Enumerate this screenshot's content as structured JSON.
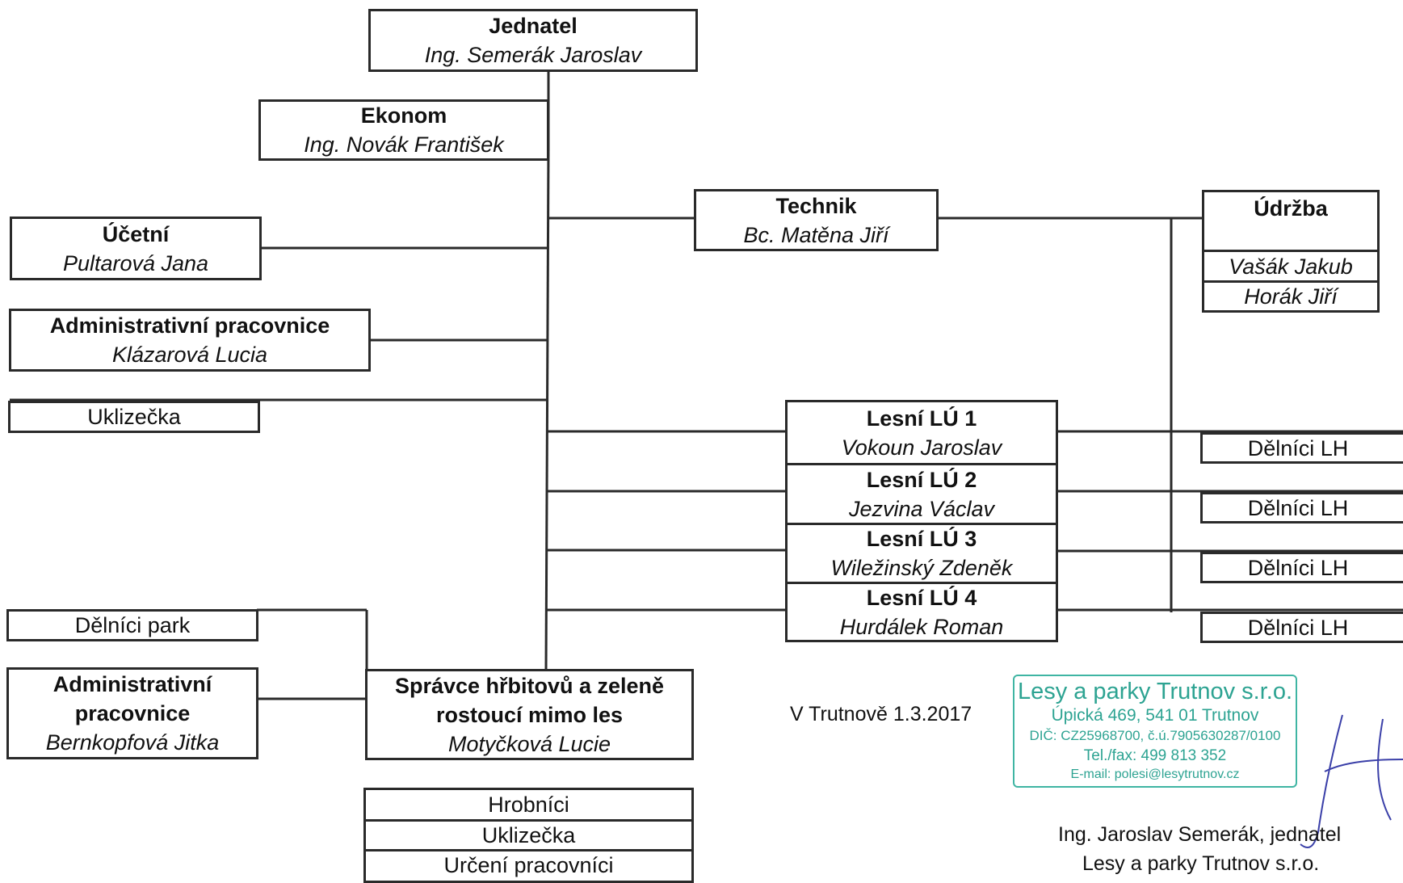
{
  "org": {
    "jednatel": {
      "title": "Jednatel",
      "name": "Ing. Semerák Jaroslav"
    },
    "ekonom": {
      "title": "Ekonom",
      "name": "Ing. Novák František"
    },
    "ucetni": {
      "title": "Účetní",
      "name": "Pultarová Jana"
    },
    "admin1": {
      "title": "Administrativní pracovnice",
      "name": "Klázarová Lucia"
    },
    "uklizecka": {
      "label": "Uklizečka"
    },
    "technik": {
      "title": "Technik",
      "name": "Bc. Matěna Jiří"
    },
    "udrzba": {
      "title": "Údržba",
      "members": [
        "Vašák Jakub",
        "Horák Jiří"
      ]
    },
    "lesni": [
      {
        "title": "Lesní LÚ 1",
        "name": "Vokoun Jaroslav",
        "workers": "Dělníci LH"
      },
      {
        "title": "Lesní LÚ 2",
        "name": "Jezvina Václav",
        "workers": "Dělníci LH"
      },
      {
        "title": "Lesní LÚ 3",
        "name": "Wiležinský Zdeněk",
        "workers": "Dělníci LH"
      },
      {
        "title": "Lesní LÚ 4",
        "name": "Hurdálek Roman",
        "workers": "Dělníci LH"
      }
    ],
    "delnici_park": {
      "label": "Dělníci park"
    },
    "admin2": {
      "title_line1": "Administrativní",
      "title_line2": "pracovnice",
      "name": "Bernkopfová Jitka"
    },
    "spravce": {
      "title_line1": "Správce hřbitovů a zeleně",
      "title_line2": "rostoucí mimo les",
      "name": "Motyčková Lucie"
    },
    "spravce_staff": [
      "Hrobníci",
      "Uklizečka",
      "Určení pracovníci"
    ]
  },
  "footer": {
    "place_date": "V Trutnově 1.3.2017",
    "signer_line1": "Ing. Jaroslav Semerák, jednatel",
    "signer_line2": "Lesy a parky Trutnov s.r.o."
  },
  "stamp": {
    "line1": "Lesy a parky Trutnov s.r.o.",
    "line2": "Úpická 469, 541 01  Trutnov",
    "line3": "DIČ: CZ25968700, č.ú.7905630287/0100",
    "line4": "Tel./fax: 499 813 352",
    "line5": "E-mail: polesi@lesytrutnov.cz",
    "color": "#2da392"
  }
}
